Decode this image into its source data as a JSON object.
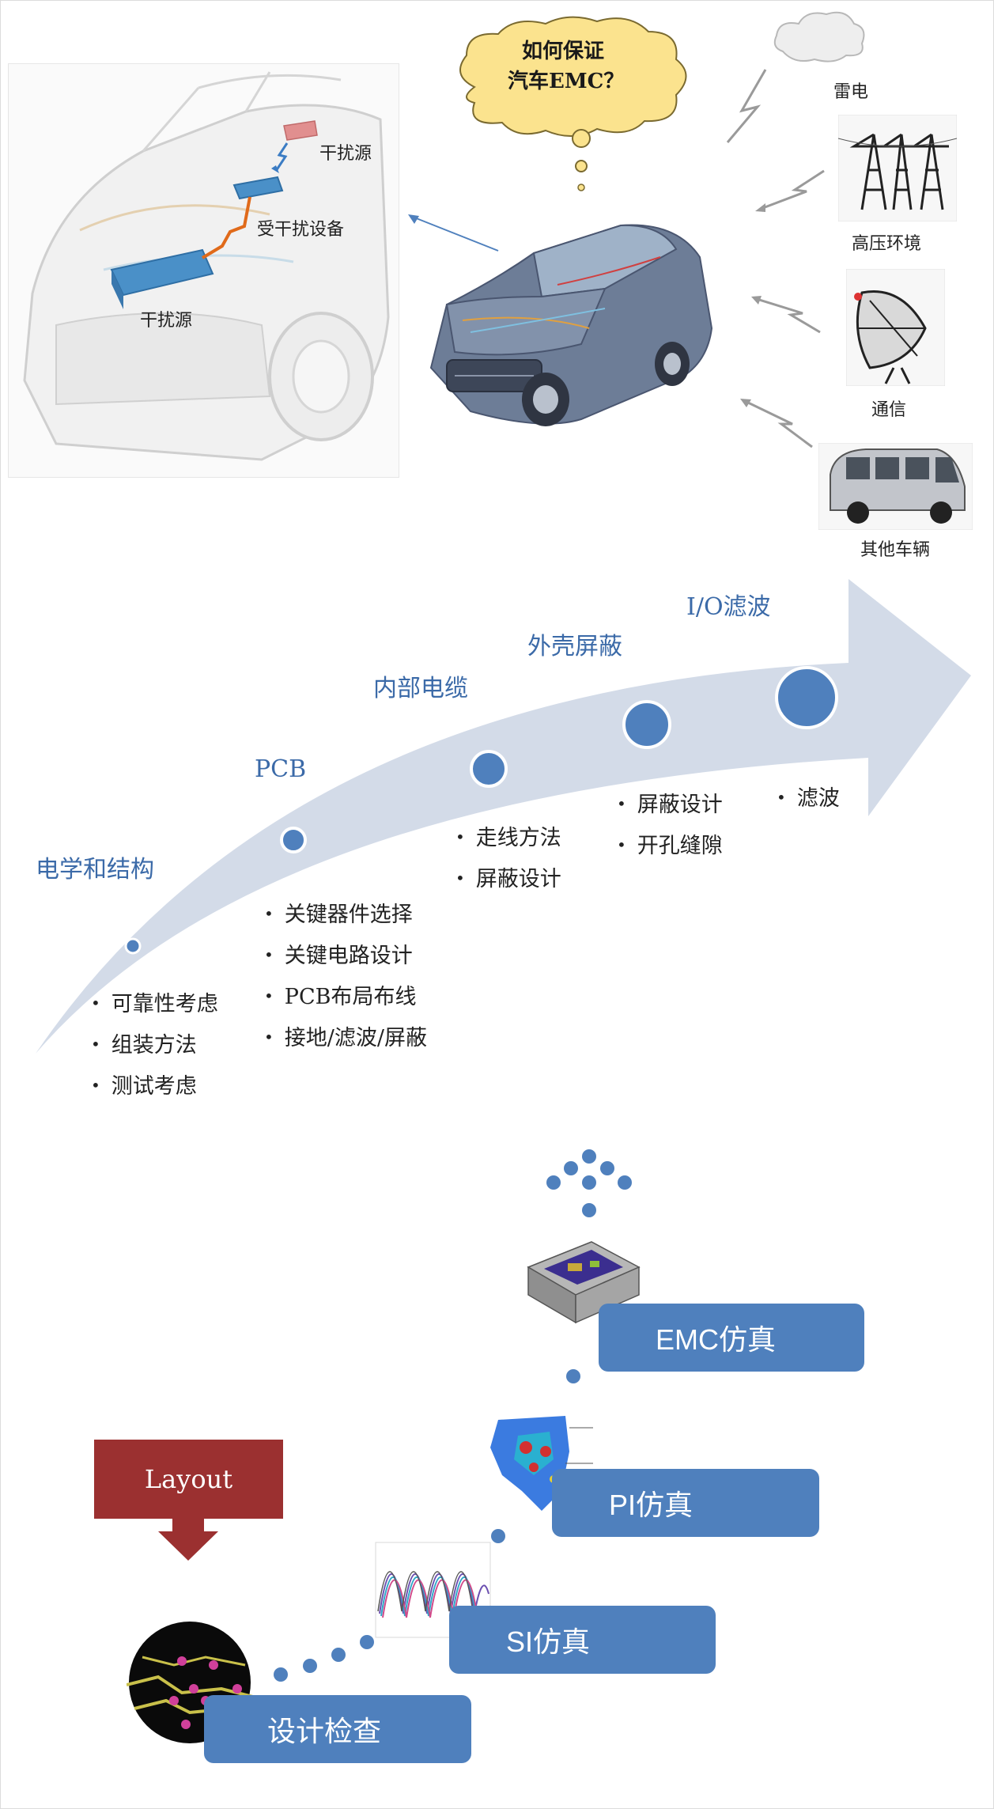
{
  "top": {
    "cloud_line1": "如何保证",
    "cloud_line2": "汽车EMC？",
    "car_labels": {
      "source_top": "干扰源",
      "victim": "受干扰设备",
      "source_bottom": "干扰源"
    },
    "external": [
      {
        "label": "雷电",
        "icon": "cloud-icon"
      },
      {
        "label": "高压环境",
        "icon": "power-tower-icon"
      },
      {
        "label": "通信",
        "icon": "satellite-dish-icon"
      },
      {
        "label": "其他车辆",
        "icon": "van-icon"
      }
    ]
  },
  "stages": [
    {
      "title": "电学和结构",
      "items": [
        "可靠性考虑",
        "组装方法",
        "测试考虑"
      ]
    },
    {
      "title": "PCB",
      "items": [
        "关键器件选择",
        "关键电路设计",
        "PCB布局布线",
        "接地/滤波/屏蔽"
      ]
    },
    {
      "title": "内部电缆",
      "items": [
        "走线方法",
        "屏蔽设计"
      ]
    },
    {
      "title": "外壳屏蔽",
      "items": [
        "屏蔽设计",
        "开孔缝隙"
      ]
    },
    {
      "title": "I/O滤波",
      "items": [
        "滤波"
      ]
    }
  ],
  "flow": {
    "layout": "Layout",
    "steps": [
      "设计检查",
      "SI仿真",
      "PI仿真",
      "EMC仿真"
    ]
  },
  "colors": {
    "accent": "#4f80bd",
    "stage_text": "#3b6aa8",
    "layout_box": "#9b3030",
    "arrow": "#d3dbe8",
    "wire": "#e06a1a"
  }
}
